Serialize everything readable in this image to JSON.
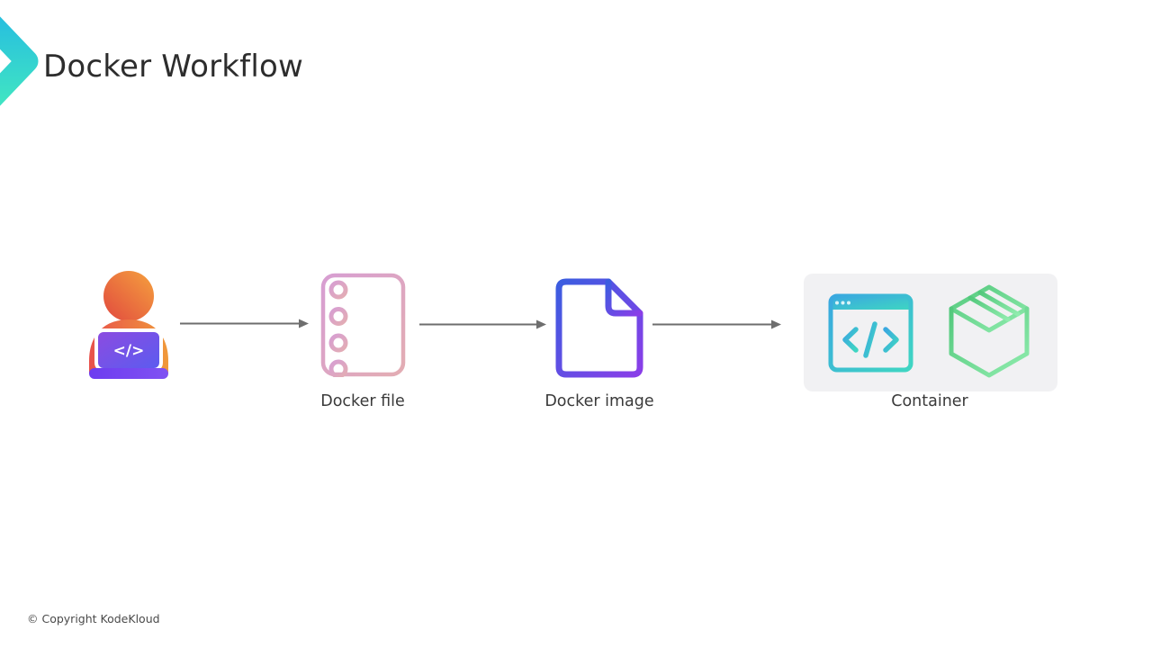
{
  "header": {
    "title": "Docker Workflow",
    "logo": "kodekloud-chevron"
  },
  "workflow": {
    "developer": {
      "laptop_code": "</>"
    },
    "steps": [
      {
        "id": "docker-file",
        "label": "Docker file"
      },
      {
        "id": "docker-image",
        "label": "Docker image"
      },
      {
        "id": "container",
        "label": "Container"
      }
    ]
  },
  "footer": {
    "copyright": "© Copyright KodeKloud"
  },
  "colors": {
    "logo_teal_top": "#29c1dd",
    "logo_teal_bottom": "#3fe3c4",
    "arrow_gray": "#6e6e6e",
    "title_text": "#2d2d2d",
    "label_text": "#3a3a3a",
    "head_gradient": [
      "#e1493f",
      "#f5a13d"
    ],
    "laptop_gradient": [
      "#8d4be0",
      "#5a5cf0"
    ],
    "docker_file_gradient": [
      "#d79ed2",
      "#e3adb3"
    ],
    "docker_image_gradient": [
      "#3b5de0",
      "#8a3ee8"
    ],
    "code_window_gradient": [
      "#3aa8e0",
      "#3fd6c2"
    ],
    "package_box_gradient": [
      "#53c87c",
      "#90ecae"
    ],
    "container_panel_bg": "#f1f1f3"
  }
}
